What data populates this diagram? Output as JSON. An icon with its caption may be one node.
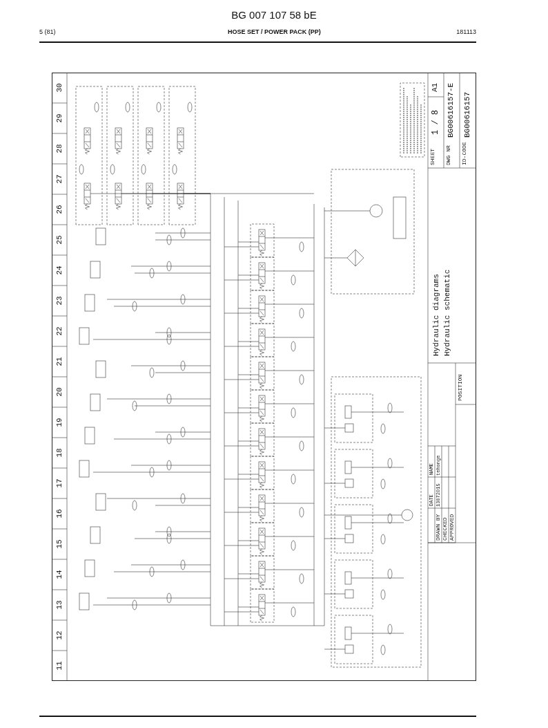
{
  "diagram": {
    "title": "BG 007 107 58 bE",
    "labels": [
      "5 (81)",
      "HOSE SET / POWER PACK (PP)",
      "181113",
      "11",
      "12",
      "13",
      "14",
      "15",
      "16",
      "17",
      "18",
      "19",
      "20",
      "21",
      "22",
      "23",
      "24",
      "25",
      "26",
      "27",
      "28",
      "29",
      "30",
      "DATE",
      "NAME",
      "DRAWN BY",
      "13072015",
      "tehonge",
      "CHECKED",
      "APPROVED",
      "POSITION",
      "Hydraulic diagrams",
      "Hydraulic schematic",
      "SHEET",
      "1 / 8",
      "A1",
      "DWG NR",
      "BG00616157-E",
      "ID-CODE",
      "BG00616157"
    ]
  }
}
